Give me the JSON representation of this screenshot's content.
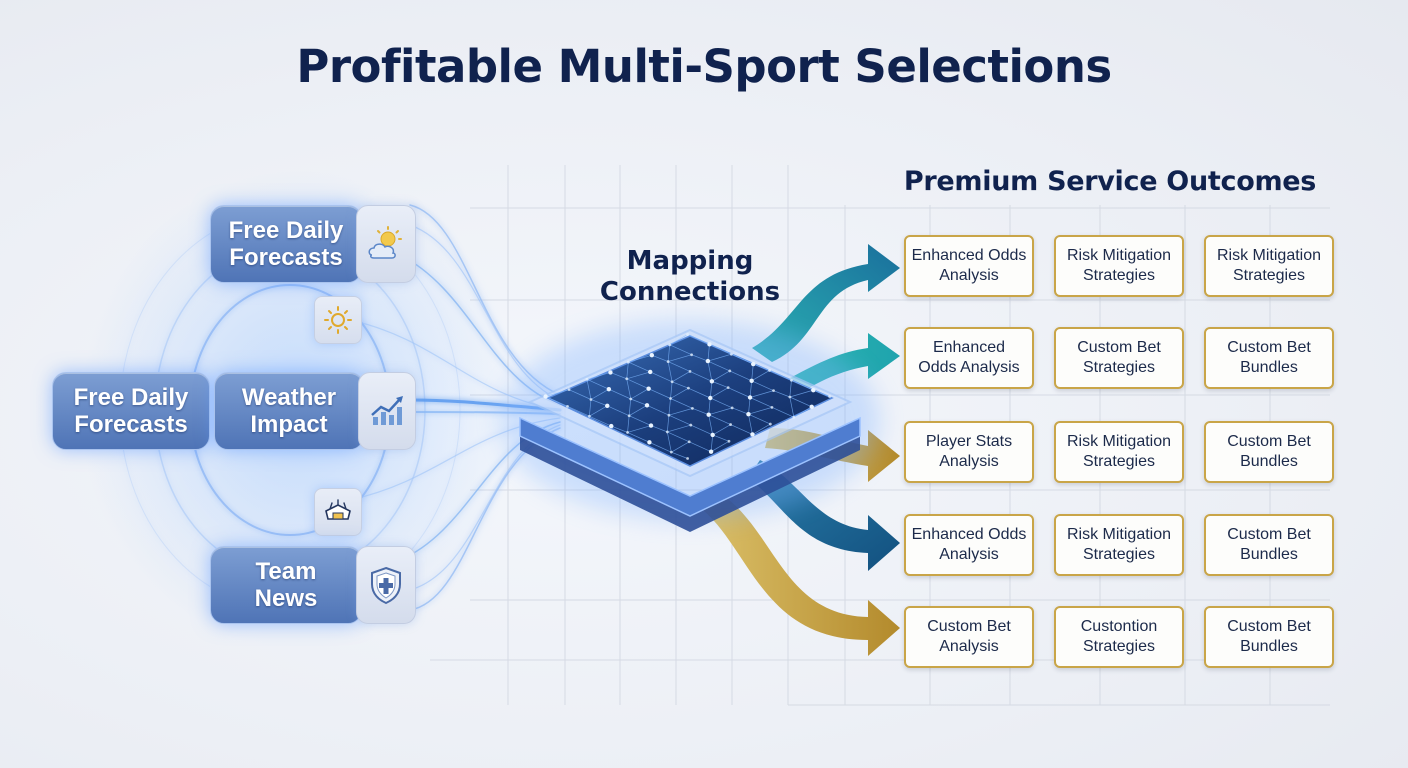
{
  "title": "Profitable Multi-Sport Selections",
  "outcomes_title": "Premium Service Outcomes",
  "mapping_label": [
    "Mapping",
    "Connections"
  ],
  "inputs": {
    "free_daily_forecasts_top": [
      "Free Daily",
      "Forecasts"
    ],
    "free_daily_forecasts_left": [
      "Free Daily",
      "Forecasts"
    ],
    "weather_impact": [
      "Weather",
      "Impact"
    ],
    "team_news": [
      "Team",
      "News"
    ]
  },
  "icons": {
    "top_tile": "sun-cloud-icon",
    "mini_top": "sun-icon",
    "weather_tile": "growth-chart-icon",
    "mini_bottom": "stadium-icon",
    "team_tile": "shield-cross-icon"
  },
  "colors": {
    "title": "#10224e",
    "input_box": "#5f82c2",
    "outcome_border": "#c9a548",
    "arrow_teal": "#1f9aa4",
    "arrow_blue": "#1a5f8f",
    "arrow_gold": "#c8a23e"
  },
  "outcomes": [
    [
      [
        "Enhanced Odds",
        "Analysis"
      ],
      [
        "Risk Mitigation",
        "Strategies"
      ],
      [
        "Risk Mitigation",
        "Strategies"
      ]
    ],
    [
      [
        "Enhanced",
        "Odds Analysis"
      ],
      [
        "Custom Bet",
        "Strategies"
      ],
      [
        "Custom Bet",
        "Bundles"
      ]
    ],
    [
      [
        "Player Stats",
        "Analysis"
      ],
      [
        "Risk Mitigation",
        "Strategies"
      ],
      [
        "Custom Bet",
        "Bundles"
      ]
    ],
    [
      [
        "Enhanced Odds",
        "Analysis"
      ],
      [
        "Risk Mitigation",
        "Strategies"
      ],
      [
        "Custom Bet",
        "Bundles"
      ]
    ],
    [
      [
        "Custom Bet",
        "Analysis"
      ],
      [
        "Custontion",
        "Strategies"
      ],
      [
        "Custom Bet",
        "Bundles"
      ]
    ]
  ]
}
